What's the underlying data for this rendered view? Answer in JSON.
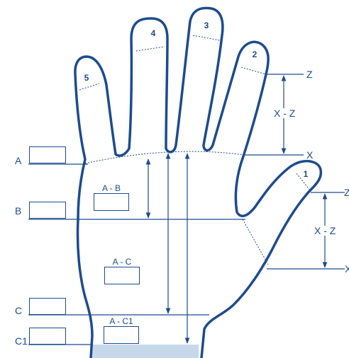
{
  "colors": {
    "ink": "#1d4b8f",
    "wrist_fill": "#c7d8ea",
    "background": "#ffffff"
  },
  "finger_numbers": [
    "1",
    "2",
    "3",
    "4",
    "5"
  ],
  "side_labels": {
    "a": "A",
    "b": "B",
    "c": "C",
    "c1": "C1"
  },
  "diff_labels": {
    "a_b": "A - B",
    "a_c": "A - C",
    "a_c1": "A - C1"
  },
  "dimension_labels": {
    "z_top": "Z",
    "x_top": "X",
    "xz_fingers": "X - Z",
    "z_thumb": "Z",
    "x_thumb": "X",
    "xz_thumb": "X - Z"
  }
}
